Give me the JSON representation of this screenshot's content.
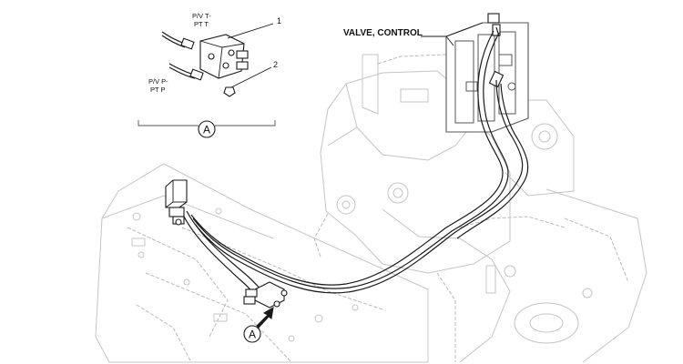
{
  "labels": {
    "valve_control": "VALVE, CONTROL",
    "pv_t": "P/V T-",
    "pt_t": "PT T",
    "pv_p": "P/V P-",
    "pt_p": "PT P",
    "callout_1": "1",
    "callout_2": "2",
    "detail_a": "A",
    "view_a": "A"
  },
  "colors": {
    "line": "#1a1a1a",
    "ghost": "#b9b9b9",
    "background": "#ffffff"
  }
}
